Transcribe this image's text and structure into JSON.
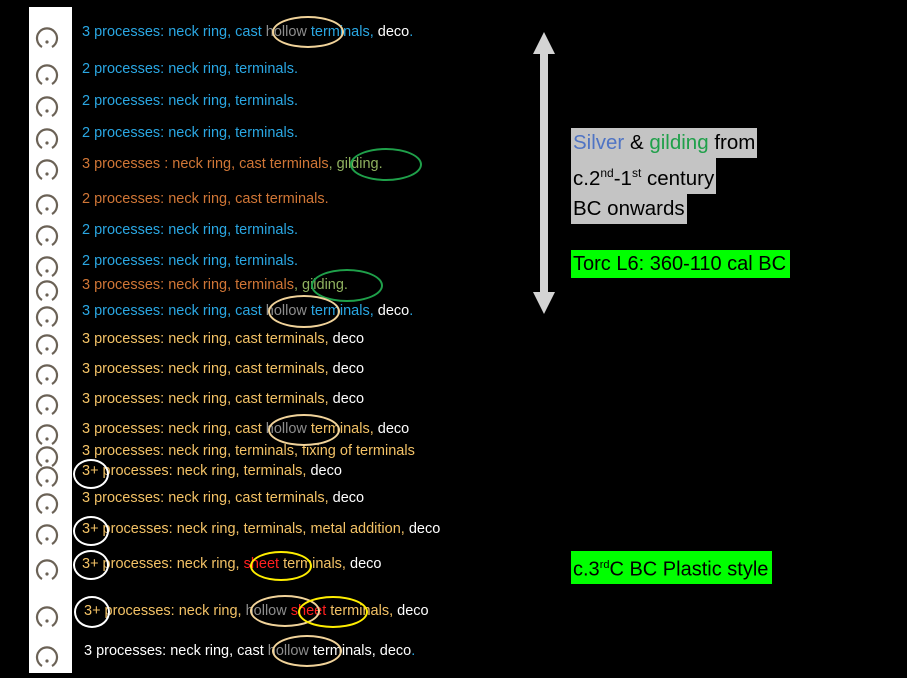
{
  "colors": {
    "blue": "#2aa7e3",
    "orange": "#d07636",
    "gold": "#f3c266",
    "white": "#ffffff",
    "gray": "#8d8d8d",
    "gilding": "#8fb15f",
    "red": "#ff2020",
    "highlight": "#00ff00",
    "note_bg": "#c4c4c4"
  },
  "rows": [
    [
      {
        "t": "3 processes: neck ring, cast ",
        "c": "blue"
      },
      {
        "t": "hollow ",
        "c": "gray"
      },
      {
        "t": "terminals, ",
        "c": "blue"
      },
      {
        "t": "deco",
        "c": "white"
      },
      {
        "t": ".",
        "c": "blue"
      }
    ],
    [
      {
        "t": "2 processes:  neck ring, terminals.",
        "c": "blue"
      }
    ],
    [
      {
        "t": "2 processes:  neck ring, terminals.",
        "c": "blue"
      }
    ],
    [
      {
        "t": "2 processes: neck ring, terminals.",
        "c": "blue"
      }
    ],
    [
      {
        "t": "3 processes : neck ring, cast terminals",
        "c": "orange"
      },
      {
        "t": ", gilding.",
        "c": "gilding"
      }
    ],
    [
      {
        "t": "2 processes: neck ring, cast terminals.",
        "c": "orange"
      }
    ],
    [
      {
        "t": "2 processes: neck ring, terminals.",
        "c": "blue"
      }
    ],
    [
      {
        "t": "2 processes: neck ring, terminals.",
        "c": "blue"
      }
    ],
    [
      {
        "t": "3 processes: neck ring, terminals",
        "c": "orange"
      },
      {
        "t": ", gilding.",
        "c": "gilding"
      }
    ],
    [
      {
        "t": "3 processes: neck ring, cast ",
        "c": "blue"
      },
      {
        "t": "hollow ",
        "c": "gray"
      },
      {
        "t": "terminals, ",
        "c": "blue"
      },
      {
        "t": "deco",
        "c": "white"
      },
      {
        "t": ".",
        "c": "blue"
      }
    ],
    [
      {
        "t": "3 processes: neck ring, cast terminals, ",
        "c": "gold"
      },
      {
        "t": "deco",
        "c": "white"
      }
    ],
    [
      {
        "t": "3 processes: neck ring, cast terminals, ",
        "c": "gold"
      },
      {
        "t": "deco",
        "c": "white"
      }
    ],
    [
      {
        "t": "3 processes: neck ring, cast terminals, ",
        "c": "gold"
      },
      {
        "t": "deco",
        "c": "white"
      }
    ],
    [
      {
        "t": "3 processes: neck ring, cast ",
        "c": "gold"
      },
      {
        "t": "hollow ",
        "c": "gray"
      },
      {
        "t": "terminals, ",
        "c": "gold"
      },
      {
        "t": "deco",
        "c": "white"
      }
    ],
    [
      {
        "t": "3 processes: neck ring, terminals, fixing of terminals",
        "c": "gold"
      }
    ],
    [
      {
        "t": "3+ processes: neck ring, terminals, ",
        "c": "gold"
      },
      {
        "t": "deco",
        "c": "white"
      }
    ],
    [
      {
        "t": "3 processes: neck ring, cast terminals, ",
        "c": "gold"
      },
      {
        "t": "deco",
        "c": "white"
      }
    ],
    [
      {
        "t": "3+ processes: neck ring, terminals, metal addition, ",
        "c": "gold"
      },
      {
        "t": "deco",
        "c": "white"
      }
    ],
    [
      {
        "t": "3+ processes: neck ring, ",
        "c": "gold"
      },
      {
        "t": "sheet ",
        "c": "red"
      },
      {
        "t": "terminals, ",
        "c": "gold"
      },
      {
        "t": "deco",
        "c": "white"
      }
    ],
    [
      {
        "t": " 3+ processes: neck ring, ",
        "c": "gold"
      },
      {
        "t": "hollow ",
        "c": "gray"
      },
      {
        "t": "sheet ",
        "c": "red"
      },
      {
        "t": "terminals, ",
        "c": "gold"
      },
      {
        "t": "deco",
        "c": "white"
      }
    ],
    [
      {
        "t": " 3 processes: neck ring, cast ",
        "c": "white"
      },
      {
        "t": "hollow ",
        "c": "gray"
      },
      {
        "t": "terminals, ",
        "c": "white"
      },
      {
        "t": "deco",
        "c": "white"
      },
      {
        "t": ".",
        "c": "blue"
      }
    ]
  ],
  "highlights": {
    "torc_l6": "Torc L6: 360-110 cal BC",
    "plastic": {
      "pre": "c.3",
      "sup": "rd",
      "post": "C BC  Plastic style"
    }
  },
  "note": {
    "silver": "Silver",
    "amp": " & ",
    "gilding": "gilding",
    "from": " from",
    "line2_pre": "c.2",
    "sup1": "nd",
    "dash": "-1",
    "sup2": "st",
    "line2_post": " century",
    "line3": "BC onwards"
  },
  "arrow_icon": "double-headed-vertical-arrow"
}
